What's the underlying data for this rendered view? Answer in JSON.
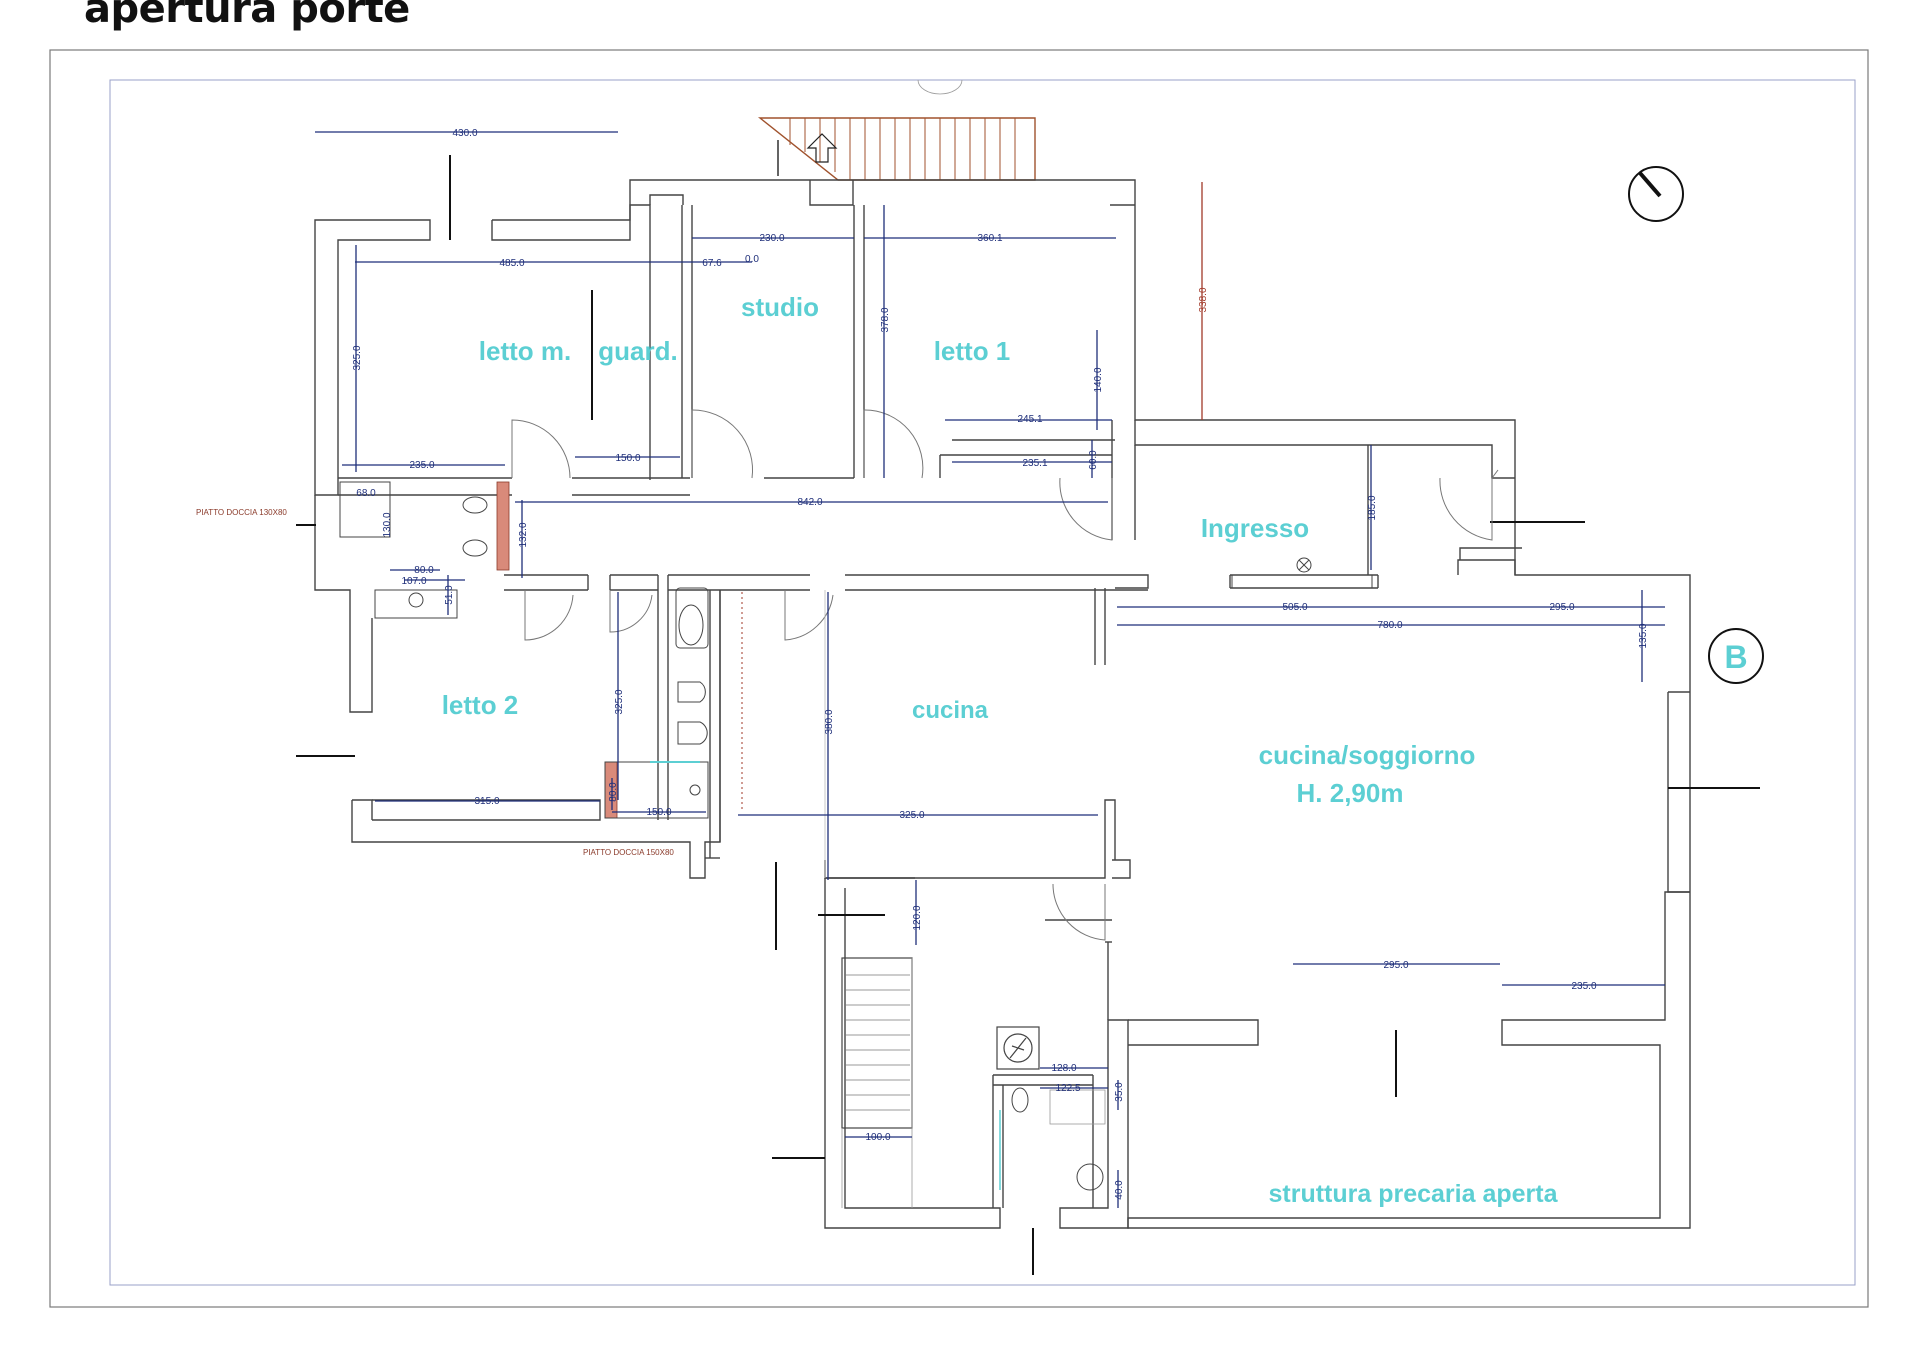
{
  "title": "apertura porte",
  "rooms": {
    "letto_m": "letto m.",
    "guard": "guard.",
    "studio": "studio",
    "letto1": "letto 1",
    "ingresso": "Ingresso",
    "letto2": "letto 2",
    "cucina": "cucina",
    "soggiorno": "cucina/soggiorno",
    "altezza": "H. 2,90m",
    "struttura": "struttura precaria aperta"
  },
  "section_marker": "B",
  "notes": {
    "doccia1": "PIATTO DOCCIA 130X80",
    "doccia2": "PIATTO DOCCIA 150X80"
  },
  "dimensions": {
    "d430": "430.0",
    "d485": "485.0",
    "d67": "67.6",
    "d0": "0.0",
    "d230": "230.0",
    "d360": "360.1",
    "d338": "338.0",
    "d325a": "325.0",
    "d378": "378.0",
    "d140": "140.0",
    "d245": "245.1",
    "d235a": "235.0",
    "d150a": "150.0",
    "d235b": "235.1",
    "d60": "60.0",
    "d68": "68.0",
    "d130": "130.0",
    "d842": "842.0",
    "d132": "132.0",
    "d185": "185.0",
    "d80a": "80.0",
    "d107": "107.0",
    "d51": "51.0",
    "d505": "505.0",
    "d295a": "295.0",
    "d780": "780.0",
    "d135": "135.0",
    "d325b": "325.0",
    "d380": "380.0",
    "d315": "315.0",
    "d150b": "150.0",
    "d80b": "80.0",
    "d325c": "325.0",
    "d120": "120.0",
    "d295b": "295.0",
    "d235c": "235.0",
    "d128": "128.0",
    "d122": "122.5",
    "d35": "35.0",
    "d100": "100.0",
    "d40": "40.0"
  },
  "colors": {
    "room_label": "#5ccfd3",
    "dimension": "#1f2f7a",
    "dimension_red": "#a23a2a",
    "wall": "#444444"
  }
}
